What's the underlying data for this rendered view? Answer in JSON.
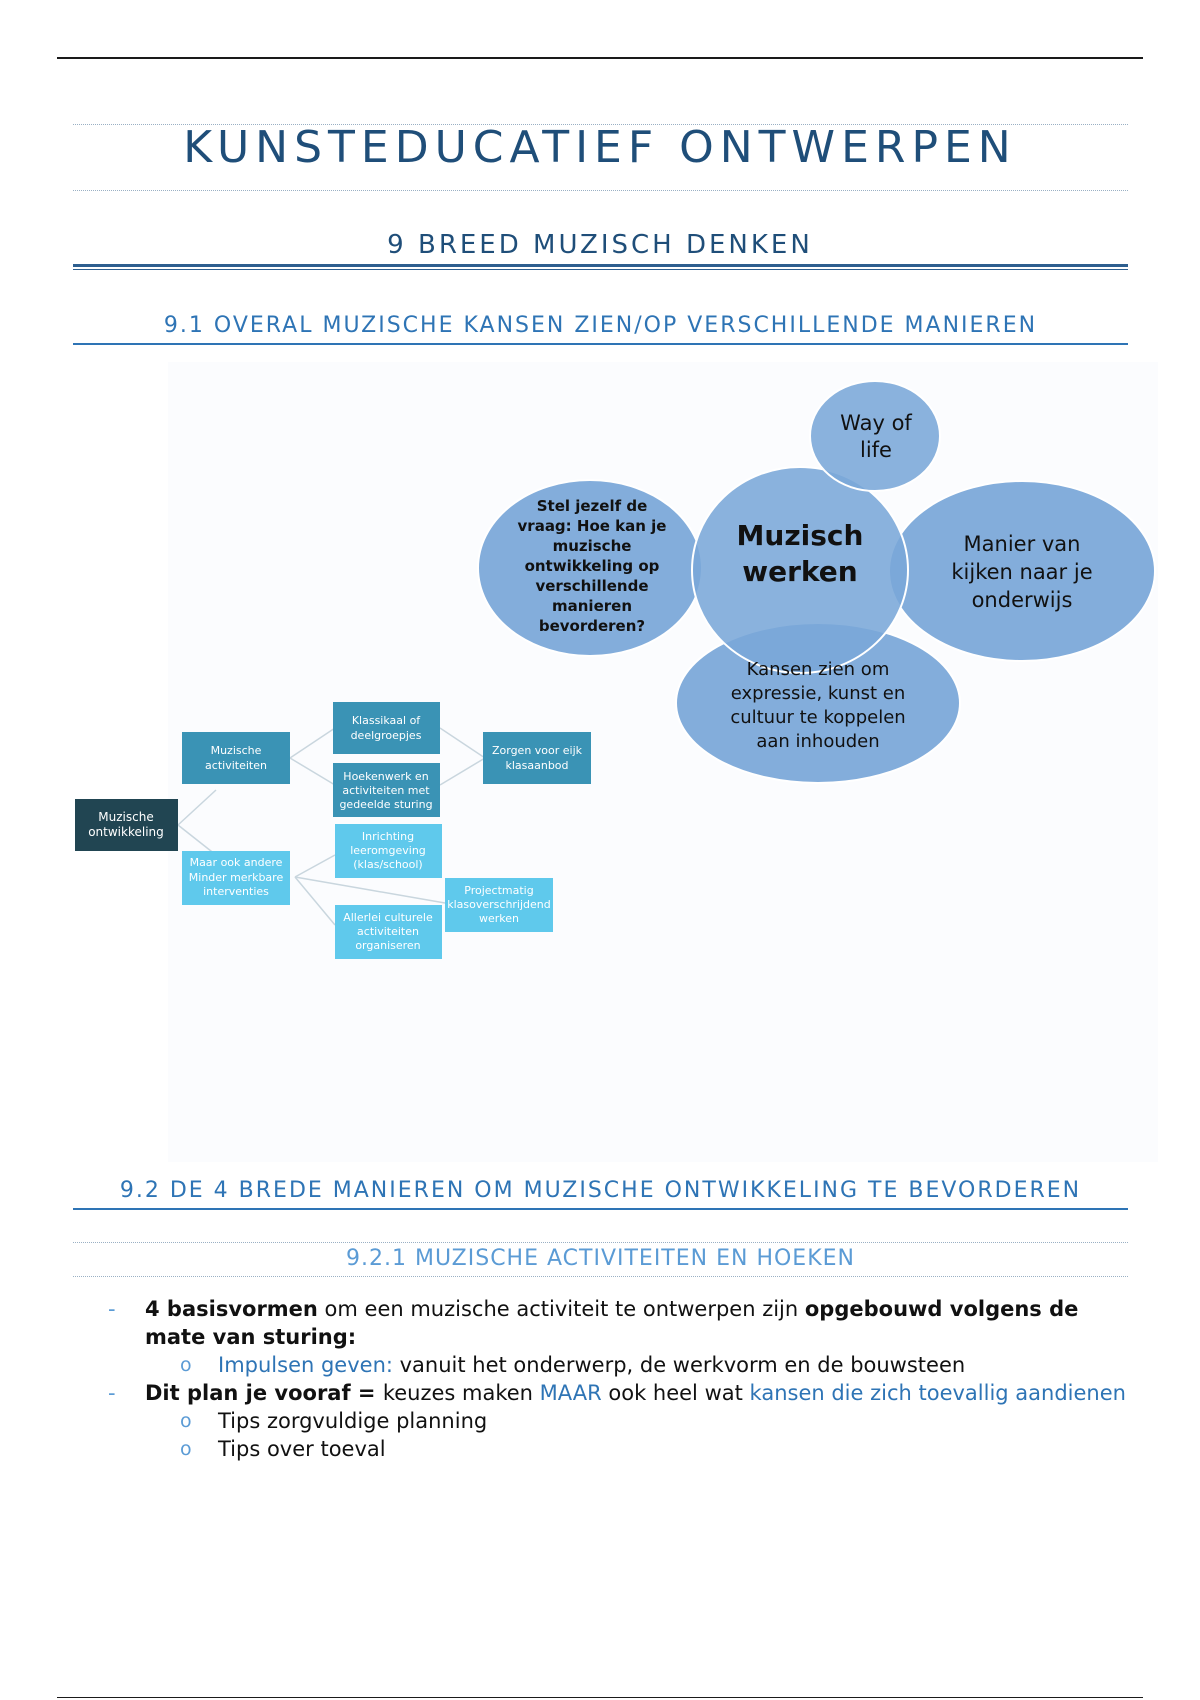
{
  "document": {
    "title": "KUNSTEDUCATIEF ONTWERPEN",
    "chapter": "9  BREED MUZISCH DENKEN",
    "section_1": "9.1  OVERAL MUZISCHE KANSEN ZIEN/OP VERSCHILLENDE MANIEREN",
    "section_2": "9.2  DE 4 BREDE MANIEREN OM MUZISCHE ONTWIKKELING TE BEVORDEREN",
    "subsection_1": "9.2.1  MUZISCHE ACTIVITEITEN EN HOEKEN"
  },
  "venn": {
    "center": [
      "Muzisch",
      "werken"
    ],
    "top": [
      "Way of",
      "life"
    ],
    "left": [
      "Stel jezelf de",
      "vraag:  Hoe kan je",
      "muzische",
      "ontwikkeling op",
      "verschillende",
      "manieren",
      "bevorderen?"
    ],
    "right": [
      "Manier van",
      "kijken naar je",
      "onderwijs"
    ],
    "bottom": [
      "Kansen zien om",
      "expressie, kunst en",
      "cultuur te koppelen",
      "aan inhouden"
    ]
  },
  "tree": {
    "root": [
      "Muzische",
      "ontwikkeling"
    ],
    "activities": [
      "Muzische",
      "activiteiten"
    ],
    "classroom": [
      "Klassikaal of",
      "deelgroepjes"
    ],
    "corners": [
      "Hoekenwerk en",
      "activiteiten met",
      "gedeelde sturing"
    ],
    "own_offer": [
      "Zorgen voor eijk",
      "klasaanbod"
    ],
    "other": [
      "Maar ook andere",
      "Minder merkbare",
      "interventies"
    ],
    "environment": [
      "Inrichting",
      "leeromgeving",
      "(klas/school)"
    ],
    "project": [
      "Projectmatig",
      "klasoverschrijdend",
      "werken"
    ],
    "cultural": [
      "Allerlei culturele",
      "activiteiten",
      "organiseren"
    ]
  },
  "bullets": {
    "b1_bold": "4 basisvormen",
    "b1_text": " om een muzische activiteit te ontwerpen zijn ",
    "b1_bold2": "opgebouwd volgens de mate van sturing:",
    "s1_accent": "Impulsen geven:",
    "s1_text": " vanuit het onderwerp, de werkvorm en de bouwsteen",
    "b2_bold": "Dit plan je vooraf = ",
    "b2_text": "keuzes maken ",
    "b2_accent1": "MAAR",
    "b2_text2": " ook heel wat ",
    "b2_accent2": "kansen die zich toevallig aandienen",
    "s2_text": "Tips zorgvuldige planning",
    "s3_text": "Tips over toeval",
    "dash": "-",
    "sub_marker": "o"
  },
  "colors": {
    "heading_dark": "#1f4e79",
    "heading_blue": "#2e74b5",
    "circle_fill": "#7aa7d8",
    "tree_dark": "#214552",
    "tree_mid": "#3a93b5",
    "tree_light": "#5fc9ec"
  }
}
